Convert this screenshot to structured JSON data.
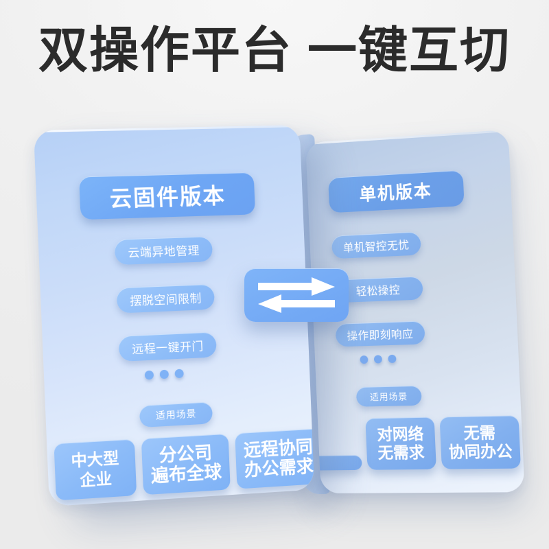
{
  "page": {
    "title": "双操作平台 一键互切",
    "title_color": "#2b2b2b",
    "background_color": "#f0f0f0",
    "accent_color": "#6ea6f4",
    "pill_color": "#8dbcf8"
  },
  "center_badge": {
    "icon": "bidirectional-swap-arrows-icon",
    "color": "#74aaf5"
  },
  "panels": {
    "left": {
      "header": "云固件版本",
      "features": [
        "云端异地管理",
        "摆脱空间限制",
        "远程一键开门"
      ],
      "more_indicator": "three-dots",
      "scenario_label": "适用场景",
      "tags": [
        {
          "line1": "中大型",
          "line2": "企业"
        },
        {
          "line1": "分公司",
          "line2": "遍布全球"
        },
        {
          "line1": "远程协同",
          "line2": "办公需求"
        }
      ]
    },
    "right": {
      "header": "单机版本",
      "features": [
        "单机智控无忧",
        "轻松操控",
        "操作即刻响应"
      ],
      "more_indicator": "three-dots",
      "scenario_label": "适用场景",
      "tags": [
        {
          "line1": "",
          "line2": ""
        },
        {
          "line1": "对网络",
          "line2": "无需求"
        },
        {
          "line1": "无需",
          "line2": "协同办公"
        }
      ]
    }
  }
}
